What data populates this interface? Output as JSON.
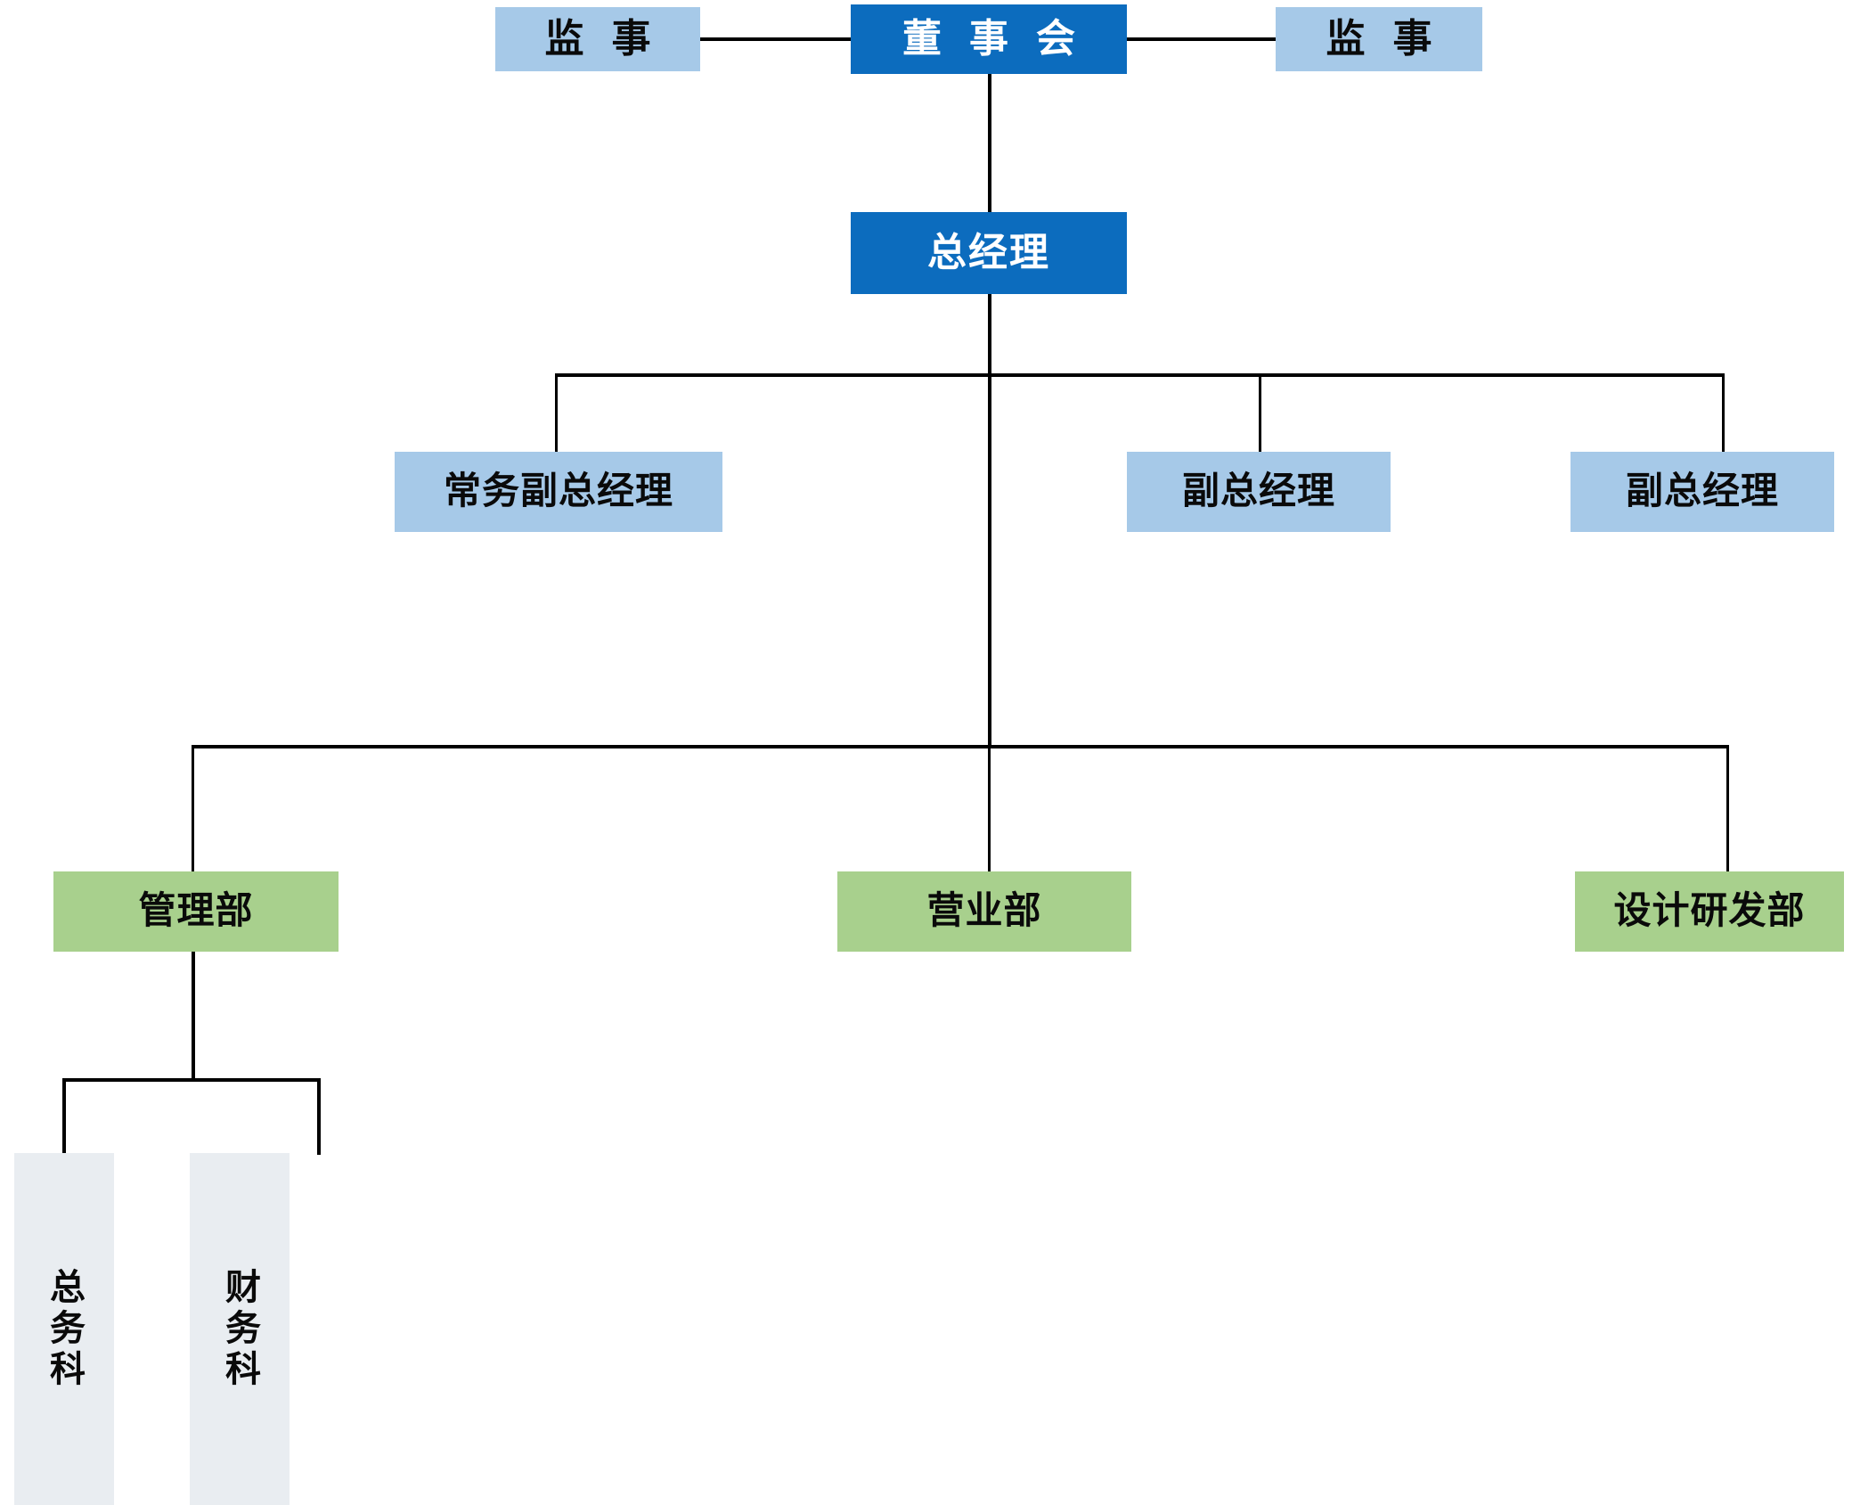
{
  "chart": {
    "type": "org-chart",
    "title": "",
    "palette": {
      "dark_blue": "#0C6CBE",
      "light_blue": "#A6C9E8",
      "green": "#A8D08D",
      "gray": "#E9EDF1",
      "line": "#000000",
      "background": "#FFFFFF"
    },
    "levels": [
      {
        "level": 1,
        "nodes": [
          {
            "id": "supervisor-left",
            "label": "监 事",
            "style": "light"
          },
          {
            "id": "board",
            "label": "董 事 会",
            "style": "dark"
          },
          {
            "id": "supervisor-right",
            "label": "监 事",
            "style": "light"
          }
        ]
      },
      {
        "level": 2,
        "nodes": [
          {
            "id": "general-manager",
            "label": "总经理",
            "style": "dark"
          }
        ]
      },
      {
        "level": 3,
        "nodes": [
          {
            "id": "exec-deputy-gm",
            "label": "常务副总经理",
            "style": "light"
          },
          {
            "id": "deputy-gm-1",
            "label": "副总经理",
            "style": "light"
          },
          {
            "id": "deputy-gm-2",
            "label": "副总经理",
            "style": "light"
          }
        ]
      },
      {
        "level": 4,
        "nodes": [
          {
            "id": "dept-management",
            "label": "管理部",
            "style": "green"
          },
          {
            "id": "dept-sales",
            "label": "营业部",
            "style": "green"
          },
          {
            "id": "dept-design-rd",
            "label": "设计研发部",
            "style": "green"
          }
        ]
      },
      {
        "level": 5,
        "nodes": [
          {
            "id": "section-general-affairs",
            "label": "总务科",
            "style": "gray",
            "orientation": "vertical"
          },
          {
            "id": "section-finance",
            "label": "财务科",
            "style": "gray",
            "orientation": "vertical"
          }
        ]
      }
    ],
    "edges": [
      {
        "from": "board",
        "to": "supervisor-left"
      },
      {
        "from": "board",
        "to": "supervisor-right"
      },
      {
        "from": "board",
        "to": "general-manager"
      },
      {
        "from": "general-manager",
        "to": "exec-deputy-gm"
      },
      {
        "from": "general-manager",
        "to": "deputy-gm-1"
      },
      {
        "from": "general-manager",
        "to": "deputy-gm-2"
      },
      {
        "from": "general-manager",
        "to": "dept-management"
      },
      {
        "from": "general-manager",
        "to": "dept-sales"
      },
      {
        "from": "general-manager",
        "to": "dept-design-rd"
      },
      {
        "from": "dept-management",
        "to": "section-general-affairs"
      },
      {
        "from": "dept-management",
        "to": "section-finance"
      }
    ]
  },
  "nodes": {
    "supervisor_left": "监 事",
    "board": "董 事 会",
    "supervisor_right": "监 事",
    "general_manager": "总经理",
    "exec_deputy_gm": "常务副总经理",
    "deputy_gm_1": "副总经理",
    "deputy_gm_2": "副总经理",
    "dept_management": "管理部",
    "dept_sales": "营业部",
    "dept_design_rd": "设计研发部",
    "section_general_affairs": "总务科",
    "section_finance": "财务科"
  }
}
